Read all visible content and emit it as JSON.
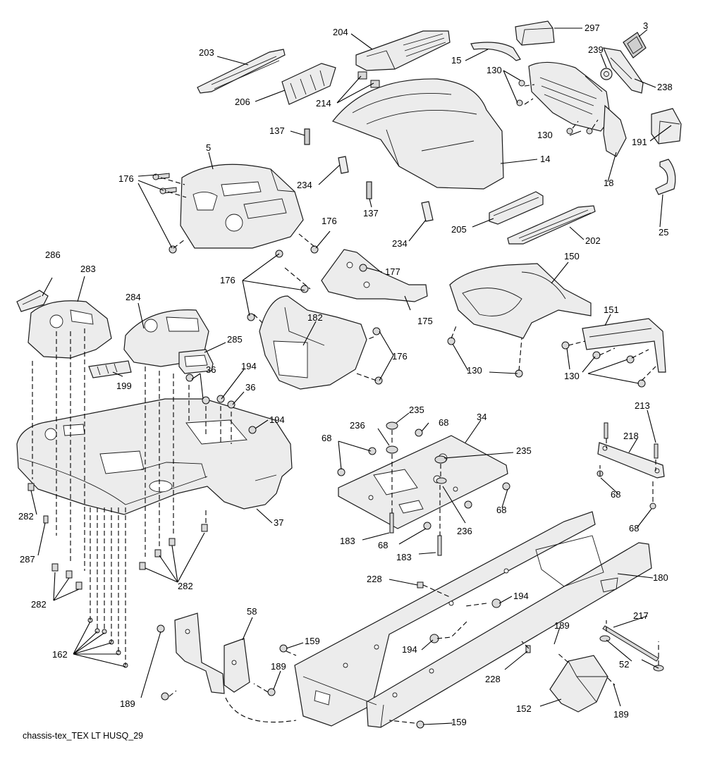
{
  "labels": {
    "l297": "297",
    "l3": "3",
    "l204": "204",
    "l203": "203",
    "l15": "15",
    "l239": "239",
    "l130a": "130",
    "l238": "238",
    "l206": "206",
    "l214": "214",
    "l130b": "130",
    "l137a": "137",
    "l191": "191",
    "l5": "5",
    "l14": "14",
    "l18": "18",
    "l176a": "176",
    "l234a": "234",
    "l137b": "137",
    "l25": "25",
    "l205": "205",
    "l202": "202",
    "l234b": "234",
    "l176b": "176",
    "l150": "150",
    "l286": "286",
    "l283": "283",
    "l177": "177",
    "l176c": "176",
    "l182": "182",
    "l175": "175",
    "l151": "151",
    "l284": "284",
    "l285": "285",
    "l176d": "176",
    "l130c": "130",
    "l130d": "130",
    "l199": "199",
    "l36a": "36",
    "l194a": "194",
    "l36b": "36",
    "l235a": "235",
    "l194b": "194",
    "l236a": "236",
    "l68a": "68",
    "l34": "34",
    "l213": "213",
    "l68b": "68",
    "l218": "218",
    "l235b": "235",
    "l282a": "282",
    "l37": "37",
    "l68c": "68",
    "l68d": "68",
    "l287": "287",
    "l183a": "183",
    "l68e": "68",
    "l236b": "236",
    "l68f": "68",
    "l183b": "183",
    "l282b": "282",
    "l282c": "282",
    "l228a": "228",
    "l180": "180",
    "l194c": "194",
    "l58": "58",
    "l217": "217",
    "l189a": "189",
    "l162": "162",
    "l159a": "159",
    "l194d": "194",
    "l189b": "189",
    "l52": "52",
    "l228b": "228",
    "l189c": "189",
    "l152": "152",
    "l189d": "189",
    "l159b": "159"
  },
  "footer": "chassis-tex_TEX LT HUSQ_29"
}
